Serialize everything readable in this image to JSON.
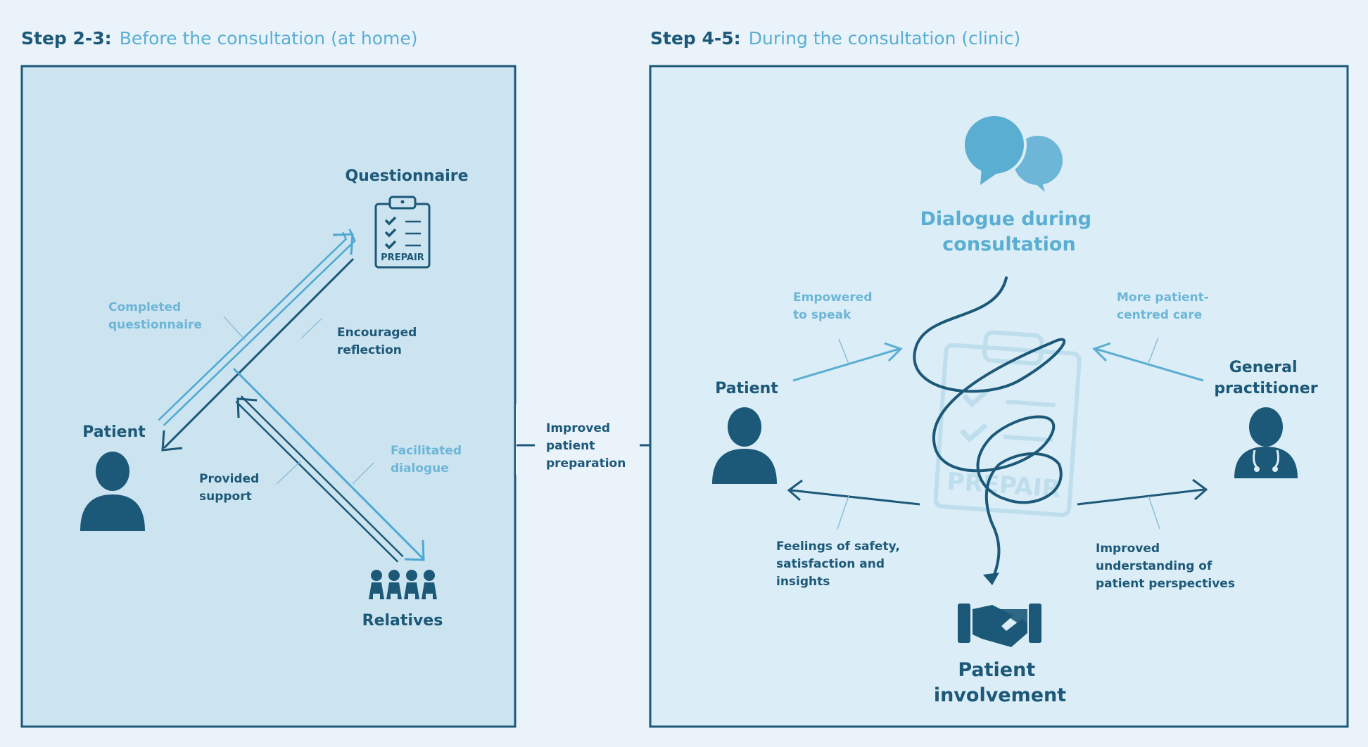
{
  "left_panel": {
    "heading_step": "Step 2-3:",
    "heading_desc": "Before the consultation (at home)",
    "questionnaire_label": "Questionnaire",
    "clipboard_text": "PREPAIR",
    "patient_label": "Patient",
    "relatives_label": "Relatives",
    "completed_questionnaire": [
      "Completed",
      "questionnaire"
    ],
    "encouraged_reflection": [
      "Encouraged",
      "reflection"
    ],
    "provided_support": [
      "Provided",
      "support"
    ],
    "facilitated_dialogue": [
      "Facilitated",
      "dialogue"
    ]
  },
  "connector": {
    "label": [
      "Improved",
      "patient",
      "preparation"
    ]
  },
  "right_panel": {
    "heading_step": "Step 4-5:",
    "heading_desc": "During the consultation (clinic)",
    "dialogue_title": [
      "Dialogue during",
      "consultation"
    ],
    "patient_label": "Patient",
    "gp_label": [
      "General",
      "practitioner"
    ],
    "empowered": [
      "Empowered",
      "to speak"
    ],
    "more_patient_centred": [
      "More patient-",
      "centred care"
    ],
    "feelings": [
      "Feelings of safety,",
      "satisfaction and",
      "insights"
    ],
    "improved_understanding": [
      "Improved",
      "understanding of",
      "patient perspectives"
    ],
    "involvement": [
      "Patient",
      "involvement"
    ],
    "watermark_text": "PREPAIR"
  },
  "colors": {
    "dark_blue": "#1c5878",
    "light_blue": "#5aaed2",
    "panel_left": "#cce3f0",
    "panel_right": "#dbedf6",
    "page_bg": "#eaf3fa"
  }
}
